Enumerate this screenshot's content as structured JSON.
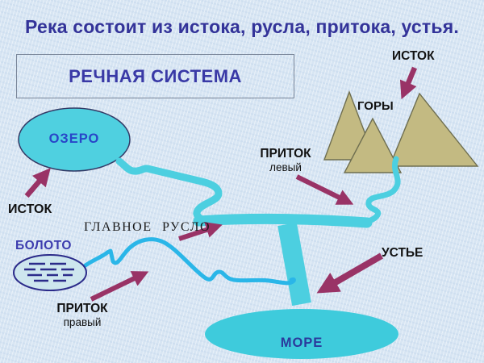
{
  "slide": {
    "title": "Река состоит из истока, русла, притока, устья.",
    "system_box": {
      "label": "РЕЧНАЯ СИСТЕМА"
    }
  },
  "labels": {
    "source_top": "ИСТОК",
    "mountains": "ГОРЫ",
    "lake": "ОЗЕРО",
    "source_left": "ИСТОК",
    "tributary_left_title": "ПРИТОК",
    "tributary_left_sub": "левый",
    "main_channel": "ГЛАВНОЕ РУСЛО",
    "swamp": "БОЛОТО",
    "tributary_right_title": "ПРИТОК",
    "tributary_right_sub": "правый",
    "mouth": "УСТЬЕ",
    "sea": "МОРЕ"
  },
  "colors": {
    "title_text": "#333399",
    "heading_text": "#3939a6",
    "label_text": "#111111",
    "river": "#4ccfe0",
    "stream": "#2ab6e8",
    "arrow": "#993366",
    "mountain_fill": "#c3ba82",
    "mountain_stroke": "#6e6e50",
    "lake_fill": "#4fd0e0",
    "lake_text": "#2846c8",
    "sea_fill": "#3ecbdc",
    "sea_text": "#2b3a9c",
    "swamp_fill": "#cde6ee",
    "swamp_stroke": "#2b2b8a",
    "swamp_text": "#3c3cae"
  }
}
